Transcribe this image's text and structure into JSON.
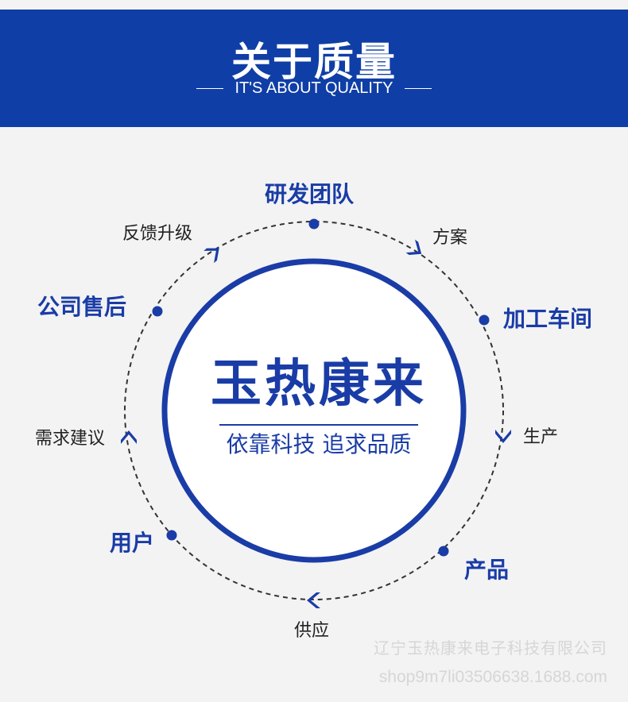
{
  "header": {
    "title": "关于质量",
    "subtitle": "IT'S ABOUT QUALITY"
  },
  "center": {
    "name": "玉热康来",
    "slogan": "依靠科技  追求品质"
  },
  "cycle": {
    "stage_r_and_d": "研发团队",
    "sub_plan": "方案",
    "stage_workshop": "加工车间",
    "sub_production": "生产",
    "stage_product": "产品",
    "sub_supply": "供应",
    "stage_user": "用户",
    "sub_suggestions": "需求建议",
    "stage_after_sales": "公司售后",
    "sub_upgrade": "反馈升级"
  },
  "watermark": {
    "company": "辽宁玉热康来电子科技有限公司",
    "shop": "shop9m7li03506638.1688.com"
  },
  "colors": {
    "brand_blue": "#1a3ca6",
    "header_blue": "#0f3ea6",
    "background": "#f3f3f4",
    "dashed_ring": "#333333"
  }
}
